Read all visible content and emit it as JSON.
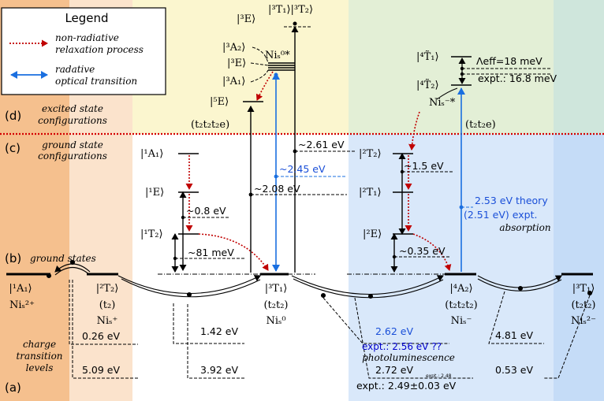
{
  "legend": {
    "title": "Legend",
    "nonrad_line1": "non-radiative",
    "nonrad_line2": "relaxation process",
    "rad_line1": "radative",
    "rad_line2": "optical transition"
  },
  "panels": {
    "d_letter": "(d)",
    "d_line1": "excited state",
    "d_line2": "configurations",
    "c_letter": "(c)",
    "c_line1": "ground state",
    "c_line2": "configurations",
    "b_letter": "(b)",
    "b_text": "ground states",
    "a_line1": "charge",
    "a_line2": "transition",
    "a_line3": "levels",
    "a_letter": "(a)"
  },
  "charge_states": [
    {
      "ket": "|¹A₁⟩",
      "config": "",
      "species": "Niₛ²⁺"
    },
    {
      "ket": "|²T₂⟩",
      "config": "(t₂)",
      "species": "Niₛ⁺"
    },
    {
      "ket": "|³T₁⟩",
      "config": "(t₂t₂)",
      "species": "Niₛ⁰"
    },
    {
      "ket": "|⁴A₂⟩",
      "config": "(t₂t₂t₂)",
      "species": "Niₛ⁻"
    },
    {
      "ket": "|³T₁⟩",
      "config": "(t₂t₂)",
      "species": "Niₛ²⁻"
    }
  ],
  "transition_levels": {
    "l1": "0.26 eV",
    "l2": "5.09 eV",
    "l3": "1.42 eV",
    "l4": "3.92 eV",
    "l5": "2.62 eV",
    "l5_expt": "expt.: 2.56 eV ??",
    "l5_note": "photoluminescence",
    "l6": "2.72 eV",
    "l6_expt_small": "expt.: 2.48",
    "l6_expt": "expt.: 2.49±0.03 eV",
    "l7": "4.81 eV",
    "l8": "0.53 eV"
  },
  "neutral": {
    "excited_levels": [
      "|³A₂⟩",
      "|³E⟩",
      "|³A₁⟩",
      "|⁵E⟩"
    ],
    "excited_config": "(t₂t₂t₂e)",
    "excited_species": "Niₛ⁰*",
    "top_left": "|³E⟩",
    "top_right": "|³T₁⟩|³T₂⟩",
    "ground_levels": [
      "|¹A₁⟩",
      "|¹E⟩",
      "|¹T₂⟩"
    ],
    "e1": "~0.8 eV",
    "e2": "~81 meV",
    "e3": "~2.08 eV",
    "e4": "~2.45 eV",
    "e5": "~2.61 eV"
  },
  "negative": {
    "excited_levels": [
      "|⁴T̃₁⟩",
      "|⁴T̃₂⟩"
    ],
    "lambda": "Λeff=18 meV",
    "expt_lambda": "expt.: 16.8 meV",
    "excited_species": "Niₛ⁻*",
    "excited_config": "(t₂t₂e)",
    "ground_levels": [
      "|²T₂⟩",
      "|²T₁⟩",
      "|²E⟩"
    ],
    "e1": "~1.5 eV",
    "e2": "~0.35 eV",
    "theory": "2.53 eV theory",
    "expt": "(2.51 eV) expt.",
    "absorption": "absorption"
  },
  "colors": {
    "orange_dark": "#f5c08e",
    "orange_light": "#fbe3cc",
    "yellow": "#fbf6cf",
    "green": "#e3efd6",
    "teal": "#cfe6dc",
    "blue_light": "#d9e8fa",
    "blue_mid": "#c5dcf7",
    "red_arrow": "#c00000",
    "blue_arrow": "#1a6fe0",
    "blue_text": "#1a4fd8"
  }
}
